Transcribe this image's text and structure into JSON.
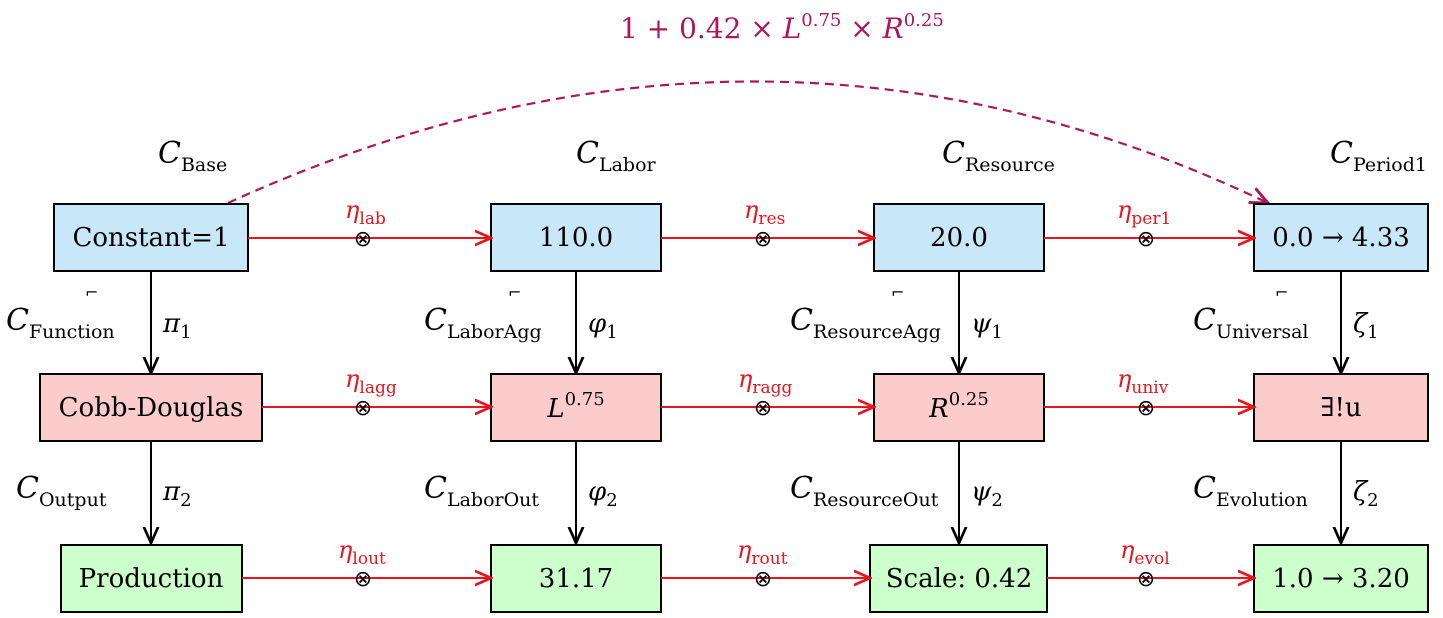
{
  "colors": {
    "blue_fill": "#c8e8fa",
    "red_fill": "#fccccc",
    "green_fill": "#ccffcc",
    "red_arrow": "#e8141e",
    "dashed_arrow": "#b0145a",
    "black": "#000000"
  },
  "formula": {
    "prefix": "1 + 0.42 × ",
    "L": "L",
    "L_exp": "0.75",
    "mid": " × ",
    "R": "R",
    "R_exp": "0.25"
  },
  "category_labels": {
    "base": {
      "main": "C",
      "sub": "Base"
    },
    "labor": {
      "main": "C",
      "sub": "Labor"
    },
    "resource": {
      "main": "C",
      "sub": "Resource"
    },
    "period1": {
      "main": "C",
      "sub": "Period1"
    },
    "function": {
      "main": "C",
      "sub": "Function"
    },
    "labor_agg": {
      "main": "C",
      "sub": "LaborAgg"
    },
    "resource_agg": {
      "main": "C",
      "sub": "ResourceAgg"
    },
    "universal": {
      "main": "C",
      "sub": "Universal"
    },
    "output": {
      "main": "C",
      "sub": "Output"
    },
    "labor_out": {
      "main": "C",
      "sub": "LaborOut"
    },
    "resource_out": {
      "main": "C",
      "sub": "ResourceOut"
    },
    "evolution": {
      "main": "C",
      "sub": "Evolution"
    }
  },
  "nodes": {
    "constant": "Constant=1",
    "labor_value": "110.0",
    "resource_value": "20.0",
    "period": "0.0 → 4.33",
    "cobb_douglas": "Cobb-Douglas",
    "labor_power": {
      "base": "L",
      "exp": "0.75"
    },
    "resource_power": {
      "base": "R",
      "exp": "0.25"
    },
    "unique": "∃!u",
    "production": "Production",
    "labor_output": "31.17",
    "scale": "Scale: 0.42",
    "evolution": "1.0 → 3.20"
  },
  "horizontal_arrows": {
    "lab": {
      "main": "η",
      "sub": "lab"
    },
    "res": {
      "main": "η",
      "sub": "res"
    },
    "per1": {
      "main": "η",
      "sub": "per1"
    },
    "lagg": {
      "main": "η",
      "sub": "lagg"
    },
    "ragg": {
      "main": "η",
      "sub": "ragg"
    },
    "univ": {
      "main": "η",
      "sub": "univ"
    },
    "lout": {
      "main": "η",
      "sub": "lout"
    },
    "rout": {
      "main": "η",
      "sub": "rout"
    },
    "evol": {
      "main": "η",
      "sub": "evol"
    }
  },
  "vertical_arrows": {
    "pi1": {
      "main": "π",
      "sub": "1"
    },
    "pi2": {
      "main": "π",
      "sub": "2"
    },
    "phi1": {
      "main": "φ",
      "sub": "1"
    },
    "phi2": {
      "main": "φ",
      "sub": "2"
    },
    "psi1": {
      "main": "ψ",
      "sub": "1"
    },
    "psi2": {
      "main": "ψ",
      "sub": "2"
    },
    "zeta1": {
      "main": "ζ",
      "sub": "1"
    },
    "zeta2": {
      "main": "ζ",
      "sub": "2"
    }
  },
  "symbols": {
    "otimes": "⊗",
    "corner": "⌐"
  }
}
